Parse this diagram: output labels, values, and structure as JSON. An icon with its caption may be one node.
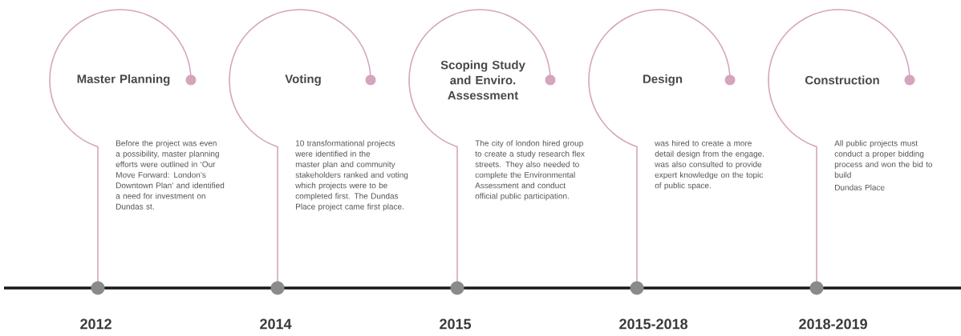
{
  "diagram": {
    "nodes": [
      {
        "text": [
          "Master Planning",
          "Before the project was even a possibility, master planning efforts were outlined in ‘Our Move Forward: London’s Downtown Plan’ and identified a need for investment on Dundas st."
        ],
        "beside": [
          "2012"
        ]
      },
      {
        "text": [
          "Voting",
          "10 transformational projects were identified in the master plan and community stakeholders ranked and voting which projects were to be completed first. The Dundas Place project came first place."
        ],
        "beside": [
          "2014"
        ]
      },
      {
        "text": [
          "Scoping Study and Enviro. Assessment",
          "The city of london hired group to create a study research flex streets. They also needed to complete the Environmental Assessment and conduct official public participation."
        ],
        "beside": [
          "2015"
        ]
      },
      {
        "text": [
          "Design",
          "was hired to create a more detail design from the engage. was also consulted to provide expert knowledge on the topic of public space."
        ],
        "beside": [
          "2015-2018"
        ]
      },
      {
        "text": [
          "Construction",
          "All public projects must conduct a proper bidding process and won the bid to build",
          "Dundas Place"
        ],
        "beside": [
          "2018-2019"
        ]
      }
    ]
  }
}
